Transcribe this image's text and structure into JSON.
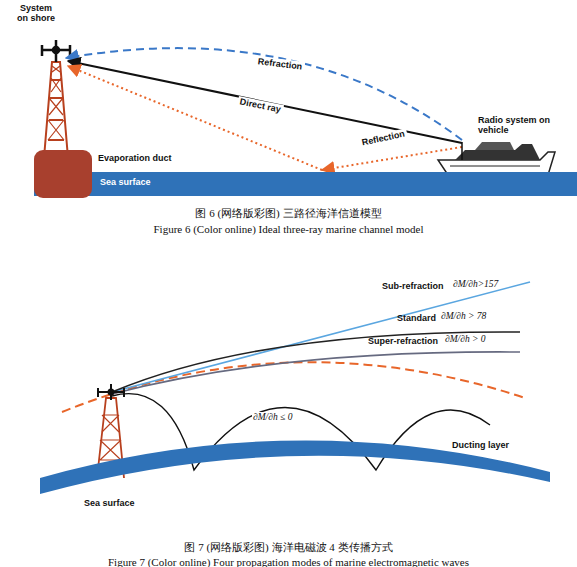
{
  "diagram": {
    "nodes": [
      {
        "text": [
          "Sea surface"
        ]
      },
      {
        "text": [
          "Evaporation duct"
        ]
      },
      {
        "text": [
          "Sea surface"
        ]
      }
    ],
    "labels": [
      "System on shore",
      "Refraction",
      "Direct ray",
      "Reflection",
      "Radio system on vehicle",
      "图 6 (网络版彩图) 三路径海洋信道模型",
      "Figure 6 (Color online) Ideal three-ray marine channel model",
      "Sub-refraction",
      "∂M/∂h>157",
      "Standard",
      "∂M/∂h > 78",
      "Super-refraction",
      "∂M/∂h > 0",
      "∂M/∂h ≤ 0",
      "Ducting layer",
      "图 7 (网络版彩图) 海洋电磁波 4 类传播方式",
      "Figure 7 (Color online) Four propagation modes of marine electromagnetic waves"
    ]
  }
}
